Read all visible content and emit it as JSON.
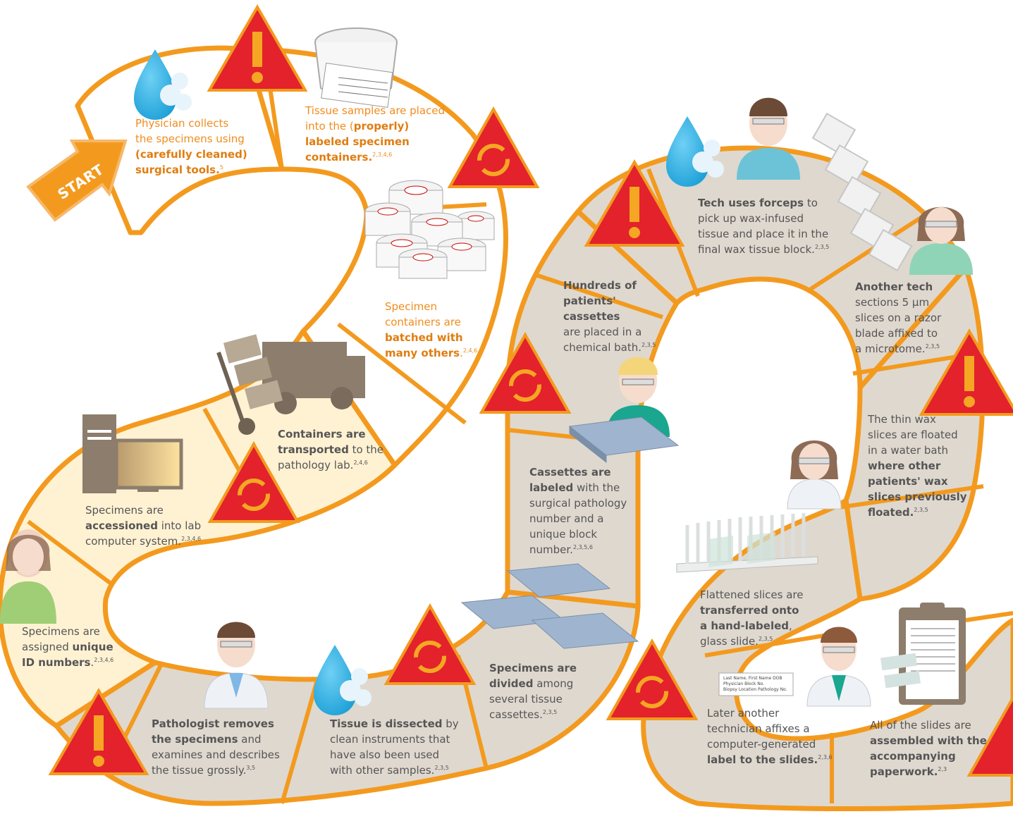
{
  "start": "START",
  "steps": [
    {
      "id": "physician-collects",
      "t1": "Physician collects",
      "t2": "the specimens using",
      "b1": "(carefully cleaned)",
      "b2": "surgical tools.",
      "ref": "5"
    },
    {
      "id": "tissue-placed",
      "t1": "Tissue samples are placed",
      "t2": "into the (",
      "b1": "properly)",
      "b2": "labeled specimen",
      "b3": "containers.",
      "ref": "2,3,4,6"
    },
    {
      "id": "batched",
      "t1": "Specimen",
      "t2": "containers are",
      "b1": "batched with",
      "b2": "many others",
      "t3": ".",
      "ref": "2,4,6"
    },
    {
      "id": "transported",
      "b1": "Containers are",
      "b2": "transported",
      "t1": " to the",
      "t2": "pathology lab.",
      "ref": "2,4,6"
    },
    {
      "id": "accessioned",
      "t1": "Specimens are",
      "b1": "accessioned",
      "t2": " into lab",
      "t3": "computer system.",
      "ref": "2,3,4,6"
    },
    {
      "id": "unique-id",
      "t1": "Specimens are",
      "t2": "assigned ",
      "b1": "unique",
      "b2": "ID numbers",
      "t3": ".",
      "ref": "2,3,4,6"
    },
    {
      "id": "pathologist-removes",
      "b1": "Pathologist removes",
      "b2": "the specimens",
      "t1": " and",
      "t2": "examines and describes",
      "t3": "the tissue grossly.",
      "ref": "3,5"
    },
    {
      "id": "dissected",
      "b1": "Tissue is dissected",
      "t1": " by",
      "t2": "clean instruments that",
      "t3": "have also been used",
      "t4": "with other samples.",
      "ref": "2,3,5"
    },
    {
      "id": "divided",
      "b1": "Specimens are",
      "b2": "divided",
      "t1": " among",
      "t2": "several tissue",
      "t3": "cassettes.",
      "ref": "2,3,5"
    },
    {
      "id": "cassettes-labeled",
      "b1": "Cassettes are",
      "b2": "labeled",
      "t1": " with the",
      "t2": "surgical pathology",
      "t3": "number and a",
      "t4": "unique block",
      "t5": "number.",
      "ref": "2,3,5,6"
    },
    {
      "id": "chemical-bath",
      "b1": "Hundreds of",
      "b2": "patients' cassettes",
      "t1": "are placed in a",
      "t2": "chemical bath.",
      "ref": "2,3,5"
    },
    {
      "id": "forceps",
      "b1": "Tech uses forceps",
      "t1": " to",
      "t2": "pick up wax-infused",
      "t3": "tissue and place it in the",
      "t4": "final wax tissue block.",
      "ref": "2,3,5"
    },
    {
      "id": "another-tech",
      "b1": "Another tech",
      "t1": "sections 5 µm",
      "t2": "slices on a razor",
      "t3": "blade affixed to",
      "t4": "a microtome.",
      "ref": "2,3,5"
    },
    {
      "id": "water-bath",
      "t1": "The thin wax",
      "t2": "slices are floated",
      "t3": "in a water bath",
      "b1": "where other",
      "b2": "patients' wax",
      "b3": "slices previously",
      "b4": "floated.",
      "ref": "2,3,5"
    },
    {
      "id": "glass-slide",
      "t1": "Flattened slices are",
      "b1": "transferred onto",
      "b2": "a hand-labeled",
      "t2": ",",
      "t3": "glass slide.",
      "ref": "2,3,5"
    },
    {
      "id": "computer-label",
      "t1": "Later another",
      "t2": "technician affixes a",
      "t3": "computer-generated",
      "b1": "label to the slides.",
      "ref": "2,3,6"
    },
    {
      "id": "assembled",
      "t1": "All of the slides are",
      "b1": "assembled with the",
      "b2": "accompanying",
      "b3": "paperwork.",
      "ref": "2,3"
    }
  ],
  "slide_label": {
    "l1": "Last Name, First Name      DOB",
    "l2": "Physician      Block No.",
    "l3": "Biopsy Location    Pathology No."
  }
}
